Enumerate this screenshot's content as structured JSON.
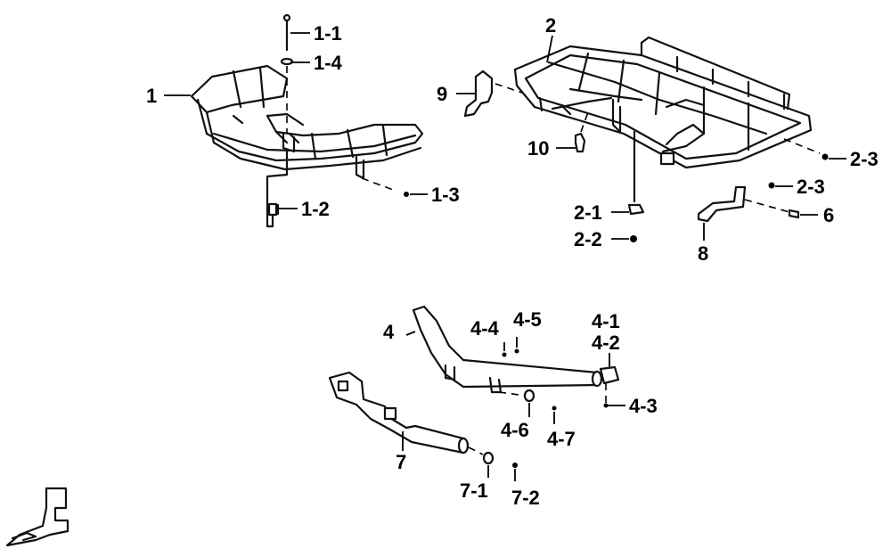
{
  "labels": {
    "p1": "1",
    "p1_1": "1-1",
    "p1_2": "1-2",
    "p1_3": "1-3",
    "p1_4": "1-4",
    "p2": "2",
    "p2_1": "2-1",
    "p2_2": "2-2",
    "p2_3a": "2-3",
    "p2_3b": "2-3",
    "p4": "4",
    "p4_1": "4-1",
    "p4_2": "4-2",
    "p4_3": "4-3",
    "p4_4": "4-4",
    "p4_5": "4-5",
    "p4_6": "4-6",
    "p4_7": "4-7",
    "p6": "6",
    "p7": "7",
    "p7_1": "7-1",
    "p7_2": "7-2",
    "p8": "8",
    "p9": "9",
    "p10": "10"
  }
}
